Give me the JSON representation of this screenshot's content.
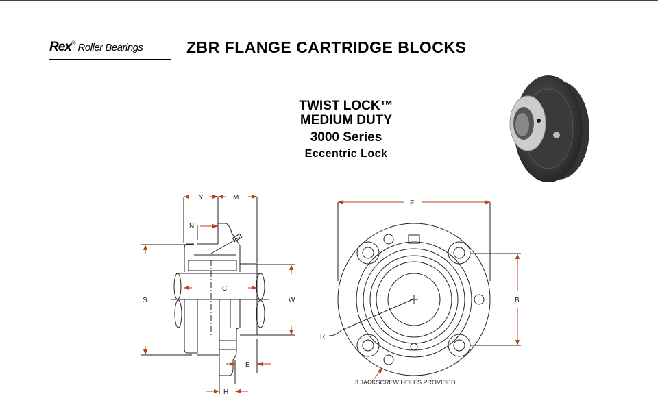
{
  "brand": {
    "name": "Rex",
    "registered": "®",
    "product_line": "Roller Bearings"
  },
  "title": "ZBR FLANGE CARTRIDGE BLOCKS",
  "subtitle": {
    "line1": "TWIST LOCK™",
    "line2": "MEDIUM DUTY",
    "series": "3000 Series",
    "lock": "Eccentric Lock"
  },
  "side_view": {
    "dims": {
      "Y": "Y",
      "M": "M",
      "N": "N",
      "S": "S",
      "C": "C",
      "W": "W",
      "E": "E",
      "H": "H"
    }
  },
  "front_view": {
    "dims": {
      "F": "F",
      "B": "B",
      "R": "R"
    },
    "note": "3 JACKSCREW HOLES PROVIDED"
  }
}
